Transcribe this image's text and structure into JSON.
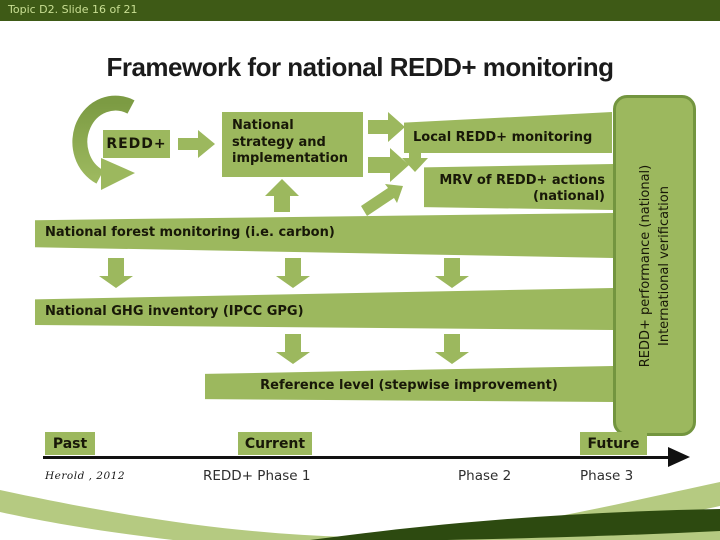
{
  "header": {
    "label": "Topic D2. Slide 16 of 21"
  },
  "title": "Framework for national REDD+ monitoring",
  "diagram": {
    "redd_box": "REDD+",
    "strategy_box": "National\nstrategy and\nimplementation",
    "local_box": "Local REDD+ monitoring",
    "mrv_box": "MRV of REDD+ actions\n(national)",
    "forest_bar": "National forest monitoring (i.e. carbon)",
    "ghg_bar": "National GHG inventory (IPCC GPG)",
    "reference_bar": "Reference level (stepwise improvement)",
    "sidebar": "REDD+ performance (national)\nInternational verification"
  },
  "timeline": {
    "past": "Past",
    "current": "Current",
    "future": "Future",
    "phase1": "REDD+ Phase 1",
    "phase2": "Phase 2",
    "phase3": "Phase 3",
    "citation": "Herold , 2012"
  },
  "colors": {
    "green": "#9CB85E",
    "green-border": "#73953F",
    "header-bg": "#3E5A16",
    "header-text": "#C9DF94",
    "wave-light": "#B5CA81",
    "wave-dark": "#2D4A10"
  }
}
